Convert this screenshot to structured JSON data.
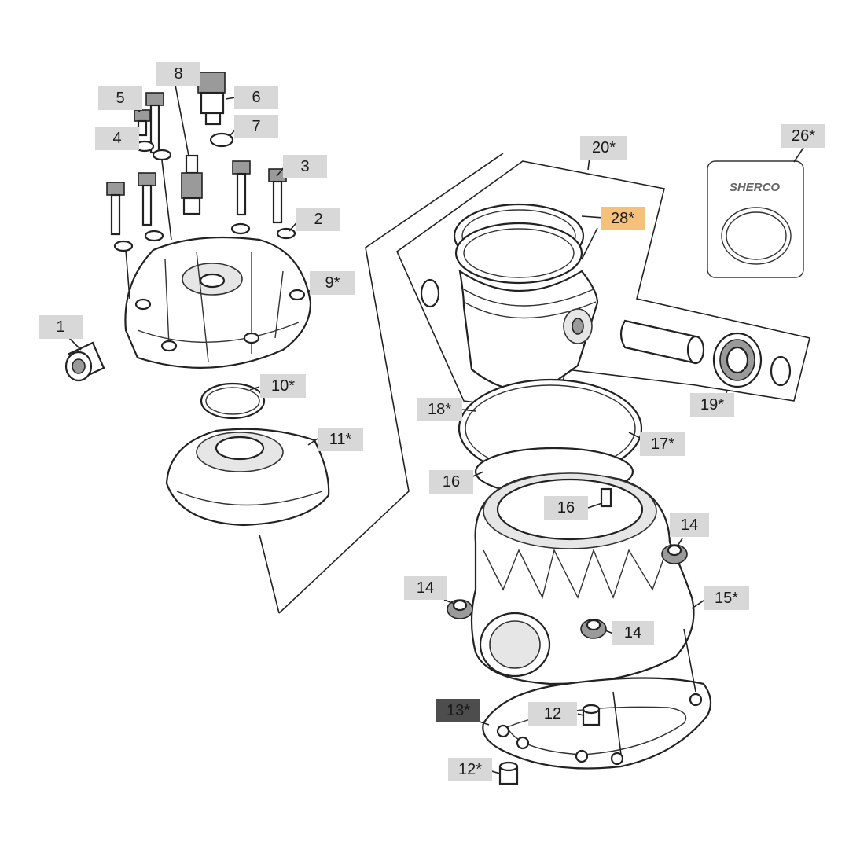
{
  "colors": {
    "callout_bg": "#d8d8d8",
    "highlight": "#f5c07a",
    "selected": "#4d4d4d",
    "line": "#222222"
  },
  "callouts": [
    {
      "id": "8",
      "label": "8"
    },
    {
      "id": "6",
      "label": "6"
    },
    {
      "id": "5",
      "label": "5"
    },
    {
      "id": "7",
      "label": "7"
    },
    {
      "id": "4",
      "label": "4"
    },
    {
      "id": "3",
      "label": "3"
    },
    {
      "id": "2",
      "label": "2"
    },
    {
      "id": "9",
      "label": "9*"
    },
    {
      "id": "1",
      "label": "1"
    },
    {
      "id": "10",
      "label": "10*"
    },
    {
      "id": "11",
      "label": "11*"
    },
    {
      "id": "20",
      "label": "20*"
    },
    {
      "id": "26",
      "label": "26*"
    },
    {
      "id": "28",
      "label": "28*"
    },
    {
      "id": "19",
      "label": "19*"
    },
    {
      "id": "18",
      "label": "18*"
    },
    {
      "id": "17",
      "label": "17*"
    },
    {
      "id": "16a",
      "label": "16"
    },
    {
      "id": "16b",
      "label": "16"
    },
    {
      "id": "14a",
      "label": "14"
    },
    {
      "id": "14b",
      "label": "14"
    },
    {
      "id": "14c",
      "label": "14"
    },
    {
      "id": "15",
      "label": "15*"
    },
    {
      "id": "13",
      "label": "13*"
    },
    {
      "id": "12a",
      "label": "12"
    },
    {
      "id": "12b",
      "label": "12*"
    }
  ],
  "brand_logo": "SHERCO",
  "highlighted_part": "28",
  "selected_part": "13"
}
